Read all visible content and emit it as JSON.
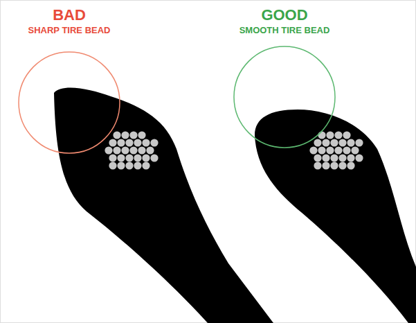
{
  "diagram": {
    "labels": [
      "BAD",
      "SHARP TIRE BEAD",
      "GOOD",
      "SMOOTH TIRE BEAD"
    ]
  }
}
